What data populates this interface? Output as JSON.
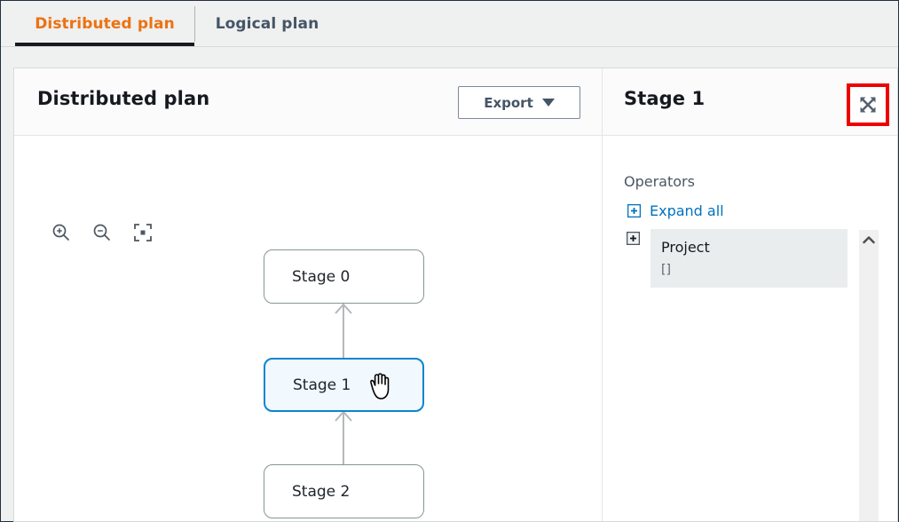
{
  "tabs": [
    {
      "label": "Distributed plan",
      "active": true
    },
    {
      "label": "Logical plan",
      "active": false
    }
  ],
  "left_panel": {
    "title": "Distributed plan",
    "export_button": "Export",
    "toolbar": [
      {
        "name": "zoom-in-icon"
      },
      {
        "name": "zoom-out-icon"
      },
      {
        "name": "fit-to-screen-icon"
      }
    ],
    "graph": {
      "nodes": [
        {
          "label": "Stage 0",
          "selected": false
        },
        {
          "label": "Stage 1",
          "selected": true
        },
        {
          "label": "Stage 2",
          "selected": false
        }
      ],
      "edges": [
        {
          "from": "Stage 1",
          "to": "Stage 0"
        },
        {
          "from": "Stage 2",
          "to": "Stage 1"
        }
      ]
    }
  },
  "right_panel": {
    "title": "Stage 1",
    "expand_icon_name": "expand-fullscreen-icon",
    "operators_label": "Operators",
    "expand_all_label": "Expand all",
    "operators": [
      {
        "name": "Project",
        "detail": "[]"
      }
    ]
  },
  "colors": {
    "accent_orange": "#ec7211",
    "link_blue": "#0073bb",
    "selected_node_border": "#0a85d0",
    "selected_node_fill": "#f1f8fe",
    "highlight_red": "#ee0000",
    "tab_underline": "#16191f"
  }
}
